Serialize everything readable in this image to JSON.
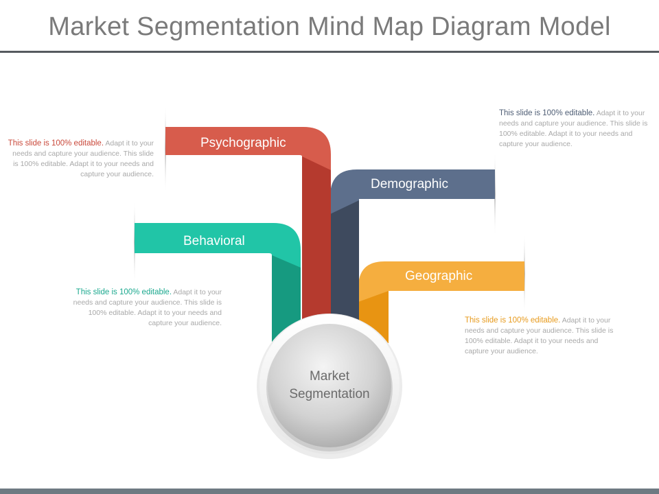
{
  "title": "Market Segmentation Mind Map Diagram Model",
  "center": {
    "line1": "Market",
    "line2": "Segmentation"
  },
  "segments": [
    {
      "label": "Psychographic",
      "color": "#d75c4c",
      "dark": "#b53a2e",
      "note_lead": "This slide is 100% editable.",
      "note_body": "Adapt it to your needs and capture your audience. This slide is 100% editable. Adapt it to your needs and capture your audience."
    },
    {
      "label": "Demographic",
      "color": "#5d6f8c",
      "dark": "#3e4a5e",
      "note_lead": "This slide is 100% editable.",
      "note_body": "Adapt it to your needs and capture your audience. This slide is 100% editable. Adapt it to your needs and capture your audience."
    },
    {
      "label": "Behavioral",
      "color": "#21c5a7",
      "dark": "#169a80",
      "note_lead": "This slide is 100% editable.",
      "note_body": "Adapt it to your needs and capture your audience. This slide is 100% editable. Adapt it to your needs and capture your audience."
    },
    {
      "label": "Geographic",
      "color": "#f5ae3f",
      "dark": "#e89412",
      "note_lead": "This slide is 100% editable.",
      "note_body": "Adapt it to your needs and capture your audience. This slide is 100% editable. Adapt it to your needs and capture your audience."
    }
  ]
}
